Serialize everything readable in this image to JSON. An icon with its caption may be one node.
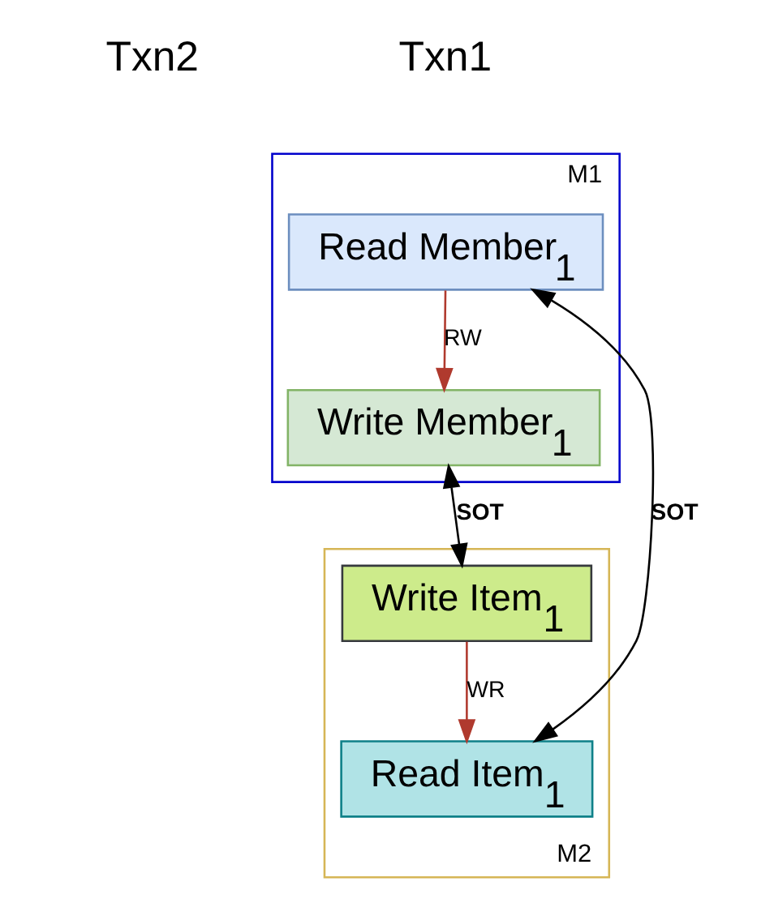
{
  "diagram": {
    "nodes": [
      {
        "text": [
          "M1"
        ]
      },
      {
        "text": [
          "Read Member$_{1}$"
        ],
        "in": 0
      },
      {
        "text": [
          "Write Member$_{1}$"
        ],
        "in": 0
      },
      {
        "text": [
          "M2"
        ]
      },
      {
        "text": [
          "Write Item$_{1}$"
        ],
        "in": 3
      },
      {
        "text": [
          "Read Item$_{1}$"
        ],
        "in": 3
      }
    ],
    "edges": [
      {
        "from": 1,
        "to": 2,
        "arrow": "to",
        "label": "RW",
        "color": "#b03a2e"
      },
      {
        "from": 1,
        "to": 5,
        "arrow": "both",
        "label": "SOT",
        "color": "#000000"
      },
      {
        "from": 2,
        "to": 4,
        "arrow": "both",
        "label": "SOT",
        "color": "#000000"
      },
      {
        "from": 4,
        "to": 5,
        "arrow": "to",
        "label": "WR",
        "color": "#b03a2e"
      }
    ],
    "labels": [
      "Txn1",
      "Txn2"
    ]
  }
}
